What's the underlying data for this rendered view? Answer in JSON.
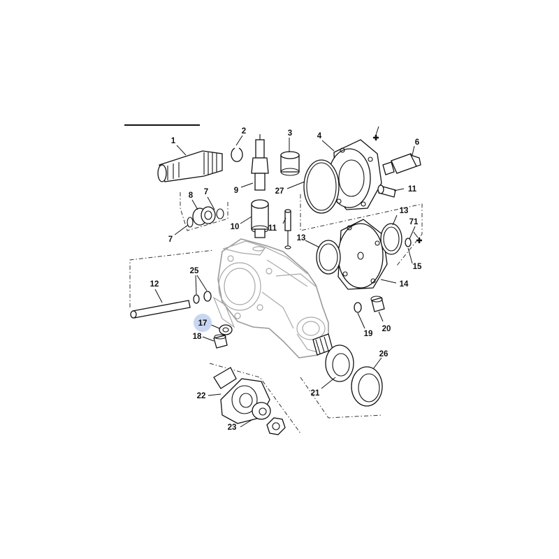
{
  "diagram": {
    "highlighted_callout": "17",
    "highlight_color": "#c9d6f2",
    "callouts": {
      "c1": "1",
      "c2": "2",
      "c3": "3",
      "c4": "4",
      "c6": "6",
      "c7a": "7",
      "c7b": "7",
      "c8": "8",
      "c9": "9",
      "c10": "10",
      "c11a": "11",
      "c11b": "11",
      "c12": "12",
      "c13a": "13",
      "c13b": "13",
      "c14": "14",
      "c15": "15",
      "c17": "17",
      "c18": "18",
      "c19": "19",
      "c20": "20",
      "c21": "21",
      "c22": "22",
      "c23": "23",
      "c25": "25",
      "c26": "26",
      "c27": "27",
      "c71": "71"
    }
  }
}
